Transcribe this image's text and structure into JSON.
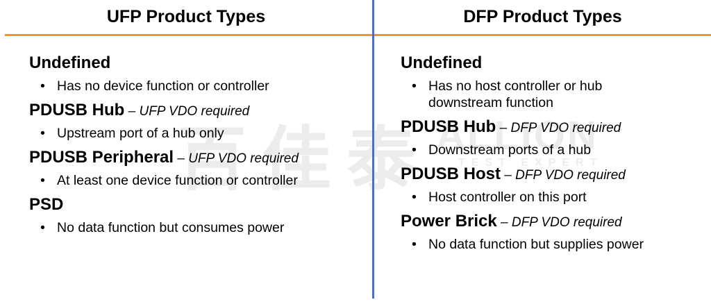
{
  "divider_colors": {
    "horizontal": "#E8962F",
    "vertical": "#4472C4"
  },
  "watermark": {
    "cjk": "百佳泰",
    "brand": "ALLION",
    "tagline": "TEST EXPERT"
  },
  "columns": [
    {
      "title": "UFP Product Types",
      "items": [
        {
          "name": "Undefined",
          "note": "",
          "bullets": [
            "Has no device function or controller"
          ]
        },
        {
          "name": "PDUSB Hub",
          "note": " – UFP VDO required",
          "bullets": [
            "Upstream port of a hub only"
          ]
        },
        {
          "name": "PDUSB Peripheral",
          "note": " – UFP VDO required",
          "bullets": [
            "At least one device function or controller"
          ]
        },
        {
          "name": "PSD",
          "note": "",
          "bullets": [
            "No data function but consumes power"
          ]
        }
      ]
    },
    {
      "title": "DFP Product Types",
      "items": [
        {
          "name": "Undefined",
          "note": "",
          "bullets": [
            "Has no host controller or hub downstream function"
          ]
        },
        {
          "name": "PDUSB Hub",
          "note": " – DFP VDO required",
          "bullets": [
            "Downstream ports of a hub"
          ]
        },
        {
          "name": "PDUSB Host",
          "note": " – DFP VDO required",
          "bullets": [
            "Host controller on this port"
          ]
        },
        {
          "name": "Power Brick",
          "note": " – DFP VDO required",
          "bullets": [
            "No data function but supplies power"
          ]
        }
      ]
    }
  ],
  "bullet_glyph": "•"
}
